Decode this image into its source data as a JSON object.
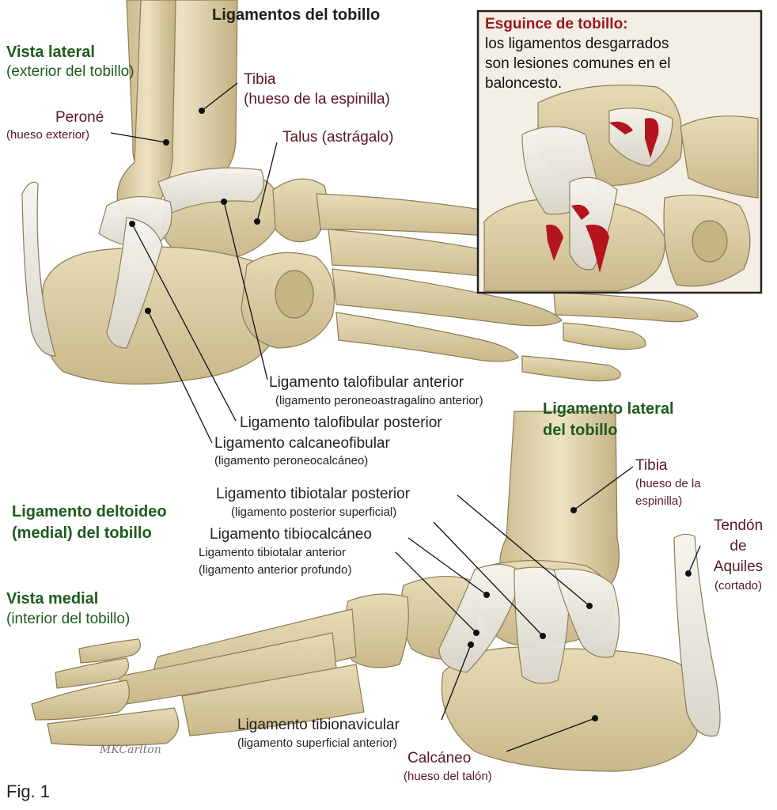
{
  "title": "Ligamentos del tobillo",
  "lateral_view": {
    "heading": "Vista lateral",
    "subheading": "(exterior del tobillo)"
  },
  "medial_view": {
    "heading": "Vista medial",
    "subheading": "(interior del tobillo)"
  },
  "deltoid_heading": {
    "line1": "Ligamento deltoideo",
    "line2": "(medial) del tobillo"
  },
  "lateral_ligament_heading": {
    "line1": "Ligamento lateral",
    "line2": "del tobillo"
  },
  "inset": {
    "title": "Esguince de tobillo:",
    "line1": "los ligamentos desgarrados",
    "line2": "son lesiones comunes en el",
    "line3": "baloncesto."
  },
  "labels": {
    "tibia_top": {
      "name": "Tibia",
      "note": "(hueso de la espinilla)"
    },
    "perone": {
      "name": "Peroné",
      "note": "(hueso exterior)"
    },
    "talus": {
      "name": "Talus (astrágalo)"
    },
    "talofibular_anterior": {
      "name": "Ligamento talofibular anterior",
      "note": "(ligamento peroneoastragalino anterior)"
    },
    "talofibular_posterior": {
      "name": "Ligamento talofibular posterior"
    },
    "calcaneofibular": {
      "name": "Ligamento calcaneofibular",
      "note": "(ligamento peroneocalcáneo)"
    },
    "tibia_bottom": {
      "name": "Tibia",
      "note1": "(hueso de la",
      "note2": "espinilla)"
    },
    "tendon": {
      "line1": "Tendón",
      "line2": "de",
      "line3": "Aquiles",
      "note": "(cortado)"
    },
    "tibiotalar_posterior": {
      "name": "Ligamento tibiotalar posterior",
      "note": "(ligamento posterior superficial)"
    },
    "tibiocalcaneo": {
      "name": "Ligamento tibiocalcáneo"
    },
    "tibiotalar_anterior": {
      "name": "Ligamento tibiotalar anterior",
      "note": "(ligamento anterior profundo)"
    },
    "tibionavicular": {
      "name": "Ligamento tibionavicular",
      "note": "(ligamento superficial anterior)"
    },
    "calcaneo": {
      "name": "Calcáneo",
      "note": "(hueso del talón)"
    }
  },
  "signature": "MKCarlton",
  "figure_label": "Fig. 1",
  "colors": {
    "bone": "#ddd0a8",
    "bone_shadow": "#b9a97c",
    "bone_outline": "#8d7c55",
    "ligament": "#eceae2",
    "blood": "#b3141e",
    "heading_green": "#1f5a1f",
    "inset_title_red": "#9a1622"
  }
}
